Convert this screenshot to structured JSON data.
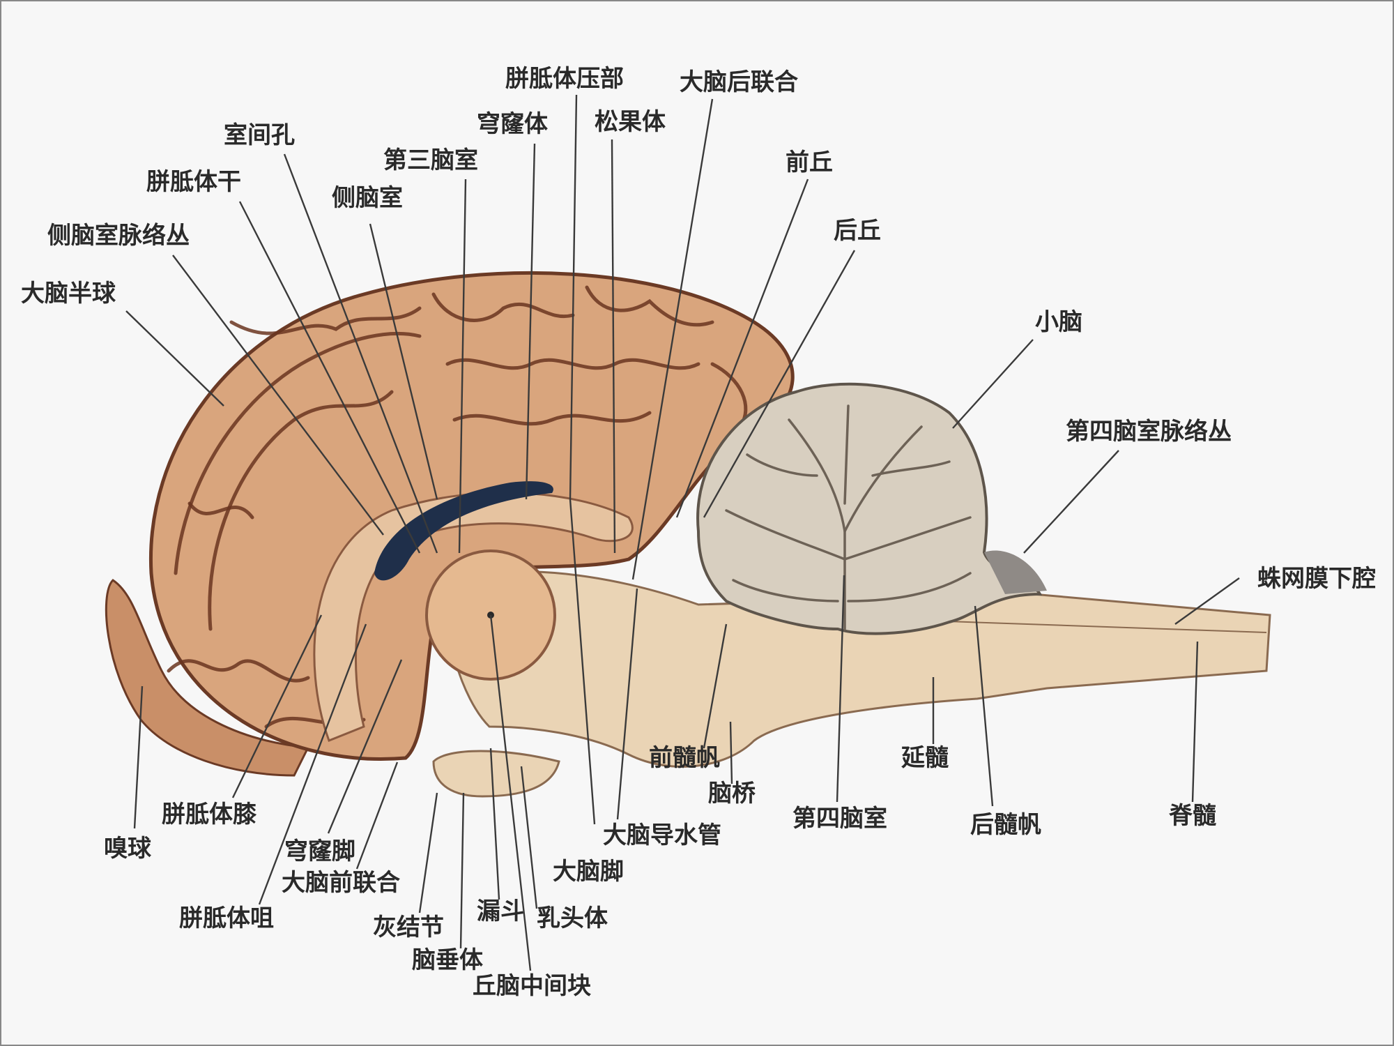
{
  "labels": {
    "splenium": "胼胝体压部",
    "posterior_commissure": "大脑后联合",
    "interventricular_foramen": "室间孔",
    "fornix_body": "穹窿体",
    "pineal_body": "松果体",
    "third_ventricle": "第三脑室",
    "superior_colliculus": "前丘",
    "corpus_callosum_trunk": "胼胝体干",
    "lateral_ventricle": "侧脑室",
    "inferior_colliculus": "后丘",
    "lateral_choroid_plexus": "侧脑室脉络丛",
    "cerebral_hemisphere": "大脑半球",
    "cerebellum": "小脑",
    "fourth_choroid_plexus": "第四脑室脉络丛",
    "subarachnoid_space": "蛛网膜下腔",
    "anterior_medullary_velum": "前髓帆",
    "pons": "脑桥",
    "medulla": "延髓",
    "fourth_ventricle": "第四脑室",
    "posterior_medullary_velum": "后髓帆",
    "spinal_cord": "脊髓",
    "cerebral_aqueduct": "大脑导水管",
    "cerebral_peduncle": "大脑脚",
    "mammillary_body": "乳头体",
    "infundibulum": "漏斗",
    "tuber_cinereum": "灰结节",
    "hypophysis": "脑垂体",
    "interthalamic_adhesion": "丘脑中间块",
    "rostrum": "胼胝体咀",
    "anterior_commissure": "大脑前联合",
    "fornix_crus": "穹窿脚",
    "genu": "胼胝体膝",
    "olfactory_bulb": "嗅球"
  },
  "colors": {
    "cerebrum": "#d9a57d",
    "cerebrum_outline": "#6b3a25",
    "cerebellum": "#d8cfc0",
    "brainstem": "#ead4b5",
    "ventricle": "#1f2f4a",
    "background": "#f7f7f7"
  }
}
